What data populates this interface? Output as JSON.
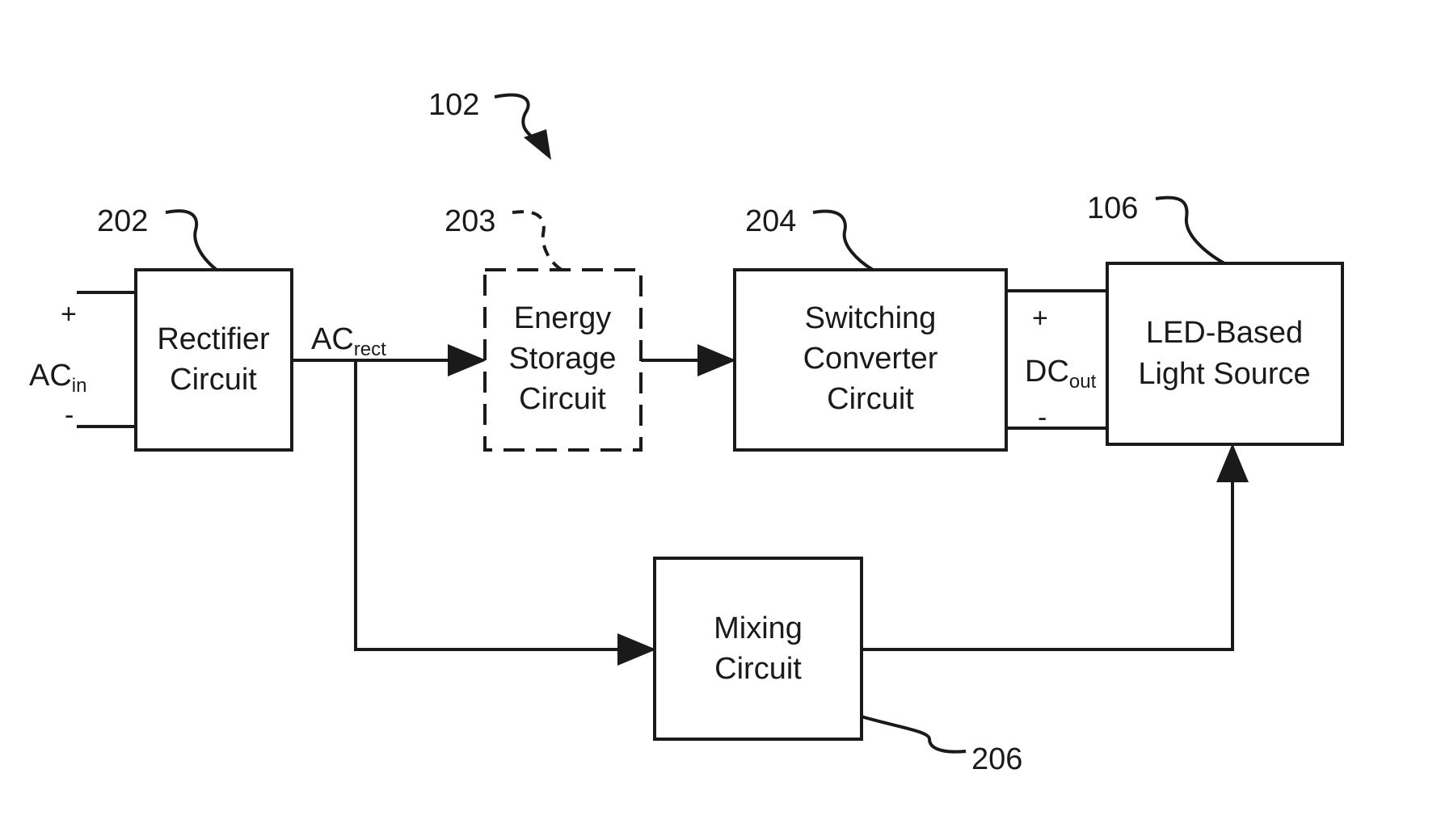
{
  "figure": {
    "system_ref": "102",
    "blocks": {
      "rectifier": {
        "ref": "202",
        "line1": "Rectifier",
        "line2": "Circuit"
      },
      "energy_storage": {
        "ref": "203",
        "line1": "Energy",
        "line2": "Storage",
        "line3": "Circuit"
      },
      "switching_converter": {
        "ref": "204",
        "line1": "Switching",
        "line2": "Converter",
        "line3": "Circuit"
      },
      "led_source": {
        "ref": "106",
        "line1": "LED-Based",
        "line2": "Light Source"
      },
      "mixing": {
        "ref": "206",
        "line1": "Mixing",
        "line2": "Circuit"
      }
    },
    "signals": {
      "ac_in": {
        "main": "AC",
        "sub": "in",
        "plus": "+",
        "minus": "-"
      },
      "ac_rect": {
        "main": "AC",
        "sub": "rect"
      },
      "dc_out": {
        "main": "DC",
        "sub": "out",
        "plus": "+",
        "minus": "-"
      }
    }
  }
}
